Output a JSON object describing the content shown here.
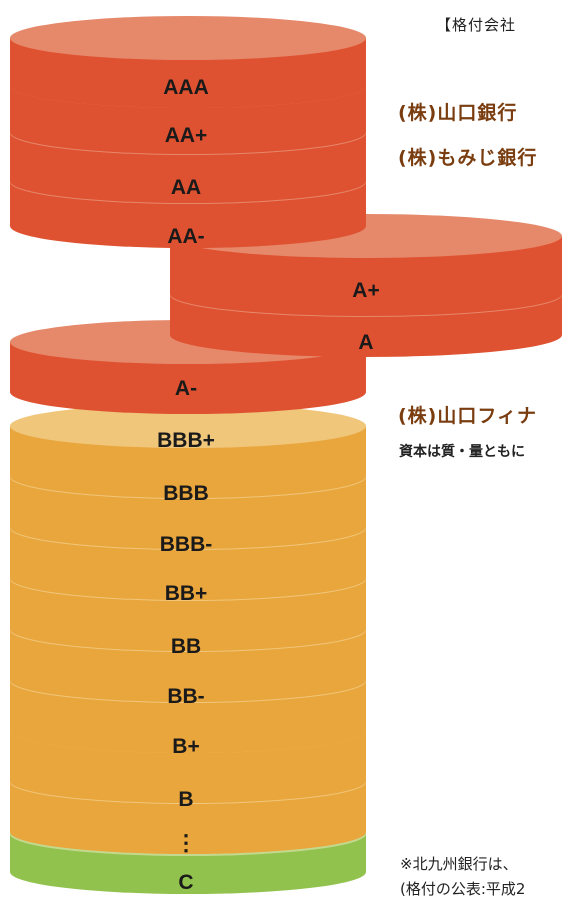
{
  "header_note": "【格付会社",
  "banks": {
    "yamaguchi": "(株)山口銀行",
    "momiji": "(株)もみじ銀行",
    "fg": "(株)山口フィナ"
  },
  "capital_note": "資本は質・量ともに",
  "footnote_1": "※北九州銀行は、",
  "footnote_2": "(格付の公表:平成2",
  "ratings": [
    "AAA",
    "AA+",
    "AA",
    "AA-",
    "A+",
    "A",
    "A-",
    "BBB+",
    "BBB",
    "BBB-",
    "BB+",
    "BB",
    "BB-",
    "B+",
    "B",
    "⋮",
    "C"
  ],
  "colors": {
    "red_side": "#df5231",
    "red_top": "#e6886a",
    "orange_side": "#e9a63d",
    "orange_top": "#f0c67b",
    "green_side": "#92c24e",
    "green_top": "#c3d98e",
    "bank_text": "#7a3d10"
  }
}
